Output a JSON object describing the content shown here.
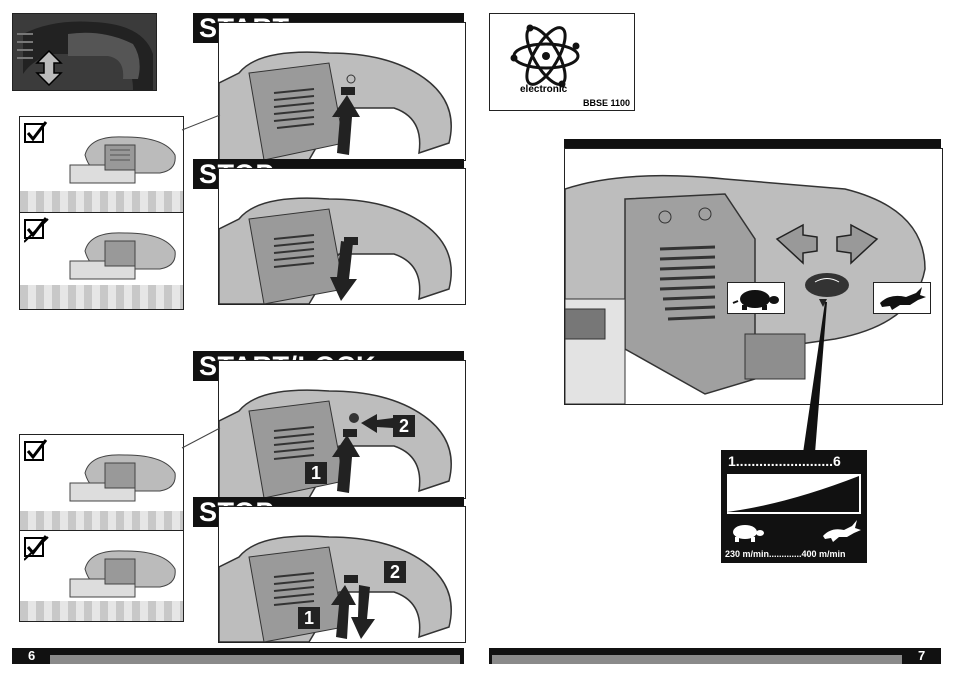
{
  "left_page": {
    "page_number": "6",
    "start_label": "START",
    "stop_label_1": "STOP",
    "start_lock_label": "START/LOCK",
    "stop_label_2": "STOP",
    "step_1": "1",
    "step_2": "2"
  },
  "right_page": {
    "page_number": "7",
    "logo_text": "electronic",
    "model": "BBSE 1100",
    "scale_label": "1.........................6",
    "speed_range": "230 m/min.............400 m/min"
  },
  "icons": [
    "checkmark-icon",
    "crossed-check-icon",
    "double-arrow-icon",
    "up-arrow-icon",
    "down-arrow-icon",
    "left-arrow-icon",
    "tortoise-icon",
    "hare-icon",
    "atom-icon"
  ],
  "colors": {
    "ink": "#111111",
    "tool_grey": "#9a9a9a",
    "dark_grey": "#555555",
    "bar_grey": "#8a8a8a"
  }
}
